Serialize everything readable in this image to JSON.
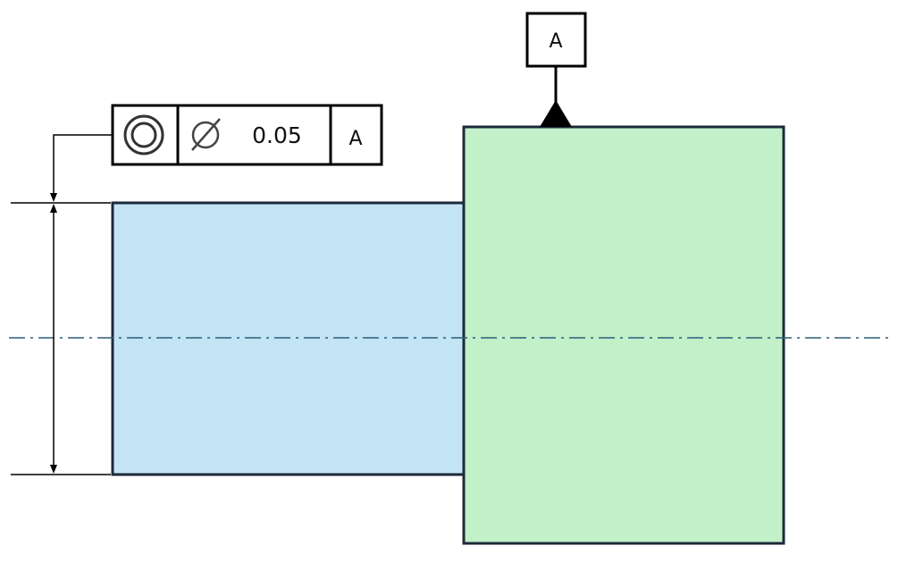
{
  "fcf": {
    "symbol": "concentricity",
    "diameter_symbol": "⌀",
    "tolerance": "0.05",
    "datum_ref": "A"
  },
  "datum_feature": {
    "label": "A"
  },
  "colors": {
    "small_cylinder_fill": "#c3e4f4",
    "large_cylinder_fill": "#c2f0c8",
    "outline": "#1c2a3a",
    "centerline": "#2b5c7a",
    "dim_line": "#000000"
  }
}
